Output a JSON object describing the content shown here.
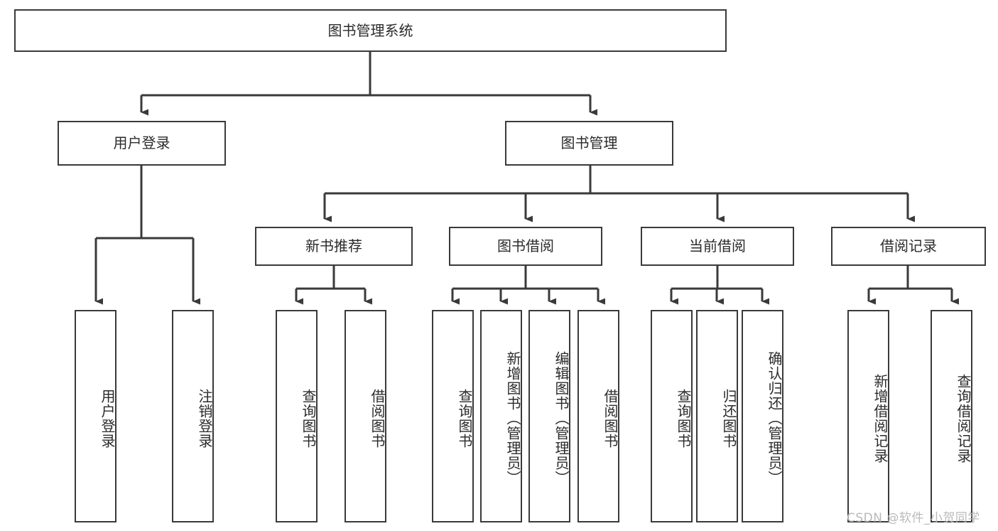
{
  "diagram": {
    "title": "图书管理系统",
    "type": "tree-hierarchy",
    "root": {
      "label": "图书管理系统"
    },
    "level1": [
      {
        "label": "用户登录"
      },
      {
        "label": "图书管理"
      }
    ],
    "level2": [
      {
        "label": "新书推荐"
      },
      {
        "label": "图书借阅"
      },
      {
        "label": "当前借阅"
      },
      {
        "label": "借阅记录"
      }
    ],
    "leaves": {
      "user_login": [
        {
          "label": "用户登录"
        },
        {
          "label": "注销登录"
        }
      ],
      "new_book_recommend": [
        {
          "label": "查询图书"
        },
        {
          "label": "借阅图书"
        }
      ],
      "book_borrow": [
        {
          "label": "查询图书"
        },
        {
          "label": "新增图书（管理员）"
        },
        {
          "label": "编辑图书（管理员）"
        },
        {
          "label": "借阅图书"
        }
      ],
      "current_borrow": [
        {
          "label": "查询图书"
        },
        {
          "label": "归还图书"
        },
        {
          "label": "确认归还（管理员）"
        }
      ],
      "borrow_record": [
        {
          "label": "新增借阅记录"
        },
        {
          "label": "查询借阅记录"
        }
      ]
    }
  },
  "watermark": {
    "text": "CSDN @软件_小贺同学"
  },
  "colors": {
    "stroke": "#3a3a3a",
    "text": "#2b2b2b",
    "background": "#ffffff",
    "watermark": "#b9b9b9"
  }
}
